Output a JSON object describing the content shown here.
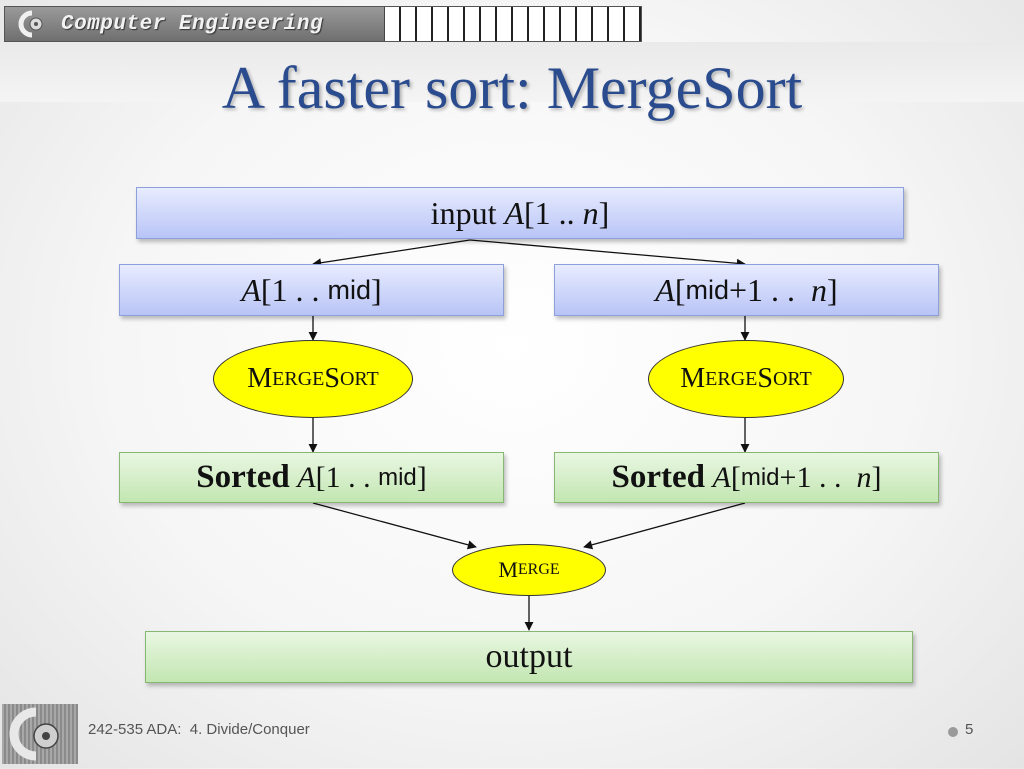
{
  "header": {
    "banner_text": "Computer Engineering"
  },
  "slide": {
    "title": "A faster sort: MergeSort"
  },
  "diagram": {
    "input": {
      "prefix": "input ",
      "var": "A",
      "mid": "[1 .. ",
      "n": "n",
      "end": "]"
    },
    "left_half": {
      "var": "A",
      "open": "[1 . . ",
      "mid": "mid",
      "close": "]"
    },
    "right_half": {
      "var": "A",
      "open": "[",
      "mid": "mid",
      "rest": "+1 . .  ",
      "n": "n",
      "close": "]"
    },
    "mergesort": {
      "cap1": "M",
      "small1": "ERGE",
      "cap2": "S",
      "small2": "ORT"
    },
    "sorted_left": {
      "bold": "Sorted",
      "var": "A",
      "open": "[1 . . ",
      "mid": "mid",
      "close": "]"
    },
    "sorted_right": {
      "bold": "Sorted",
      "var": "A",
      "open": "[",
      "mid": "mid",
      "rest": "+1 . .  ",
      "n": "n",
      "close": "]"
    },
    "merge": {
      "cap": "M",
      "small": "ERGE"
    },
    "output": {
      "label": "output"
    }
  },
  "footer": {
    "course": "242-535 ADA:  4. Divide/Conquer",
    "page": "5"
  },
  "colors": {
    "title": "#2a4b8d",
    "ellipse": "#ffff00",
    "blue_box": "#b8c4f6",
    "green_box": "#c3e6b2"
  }
}
